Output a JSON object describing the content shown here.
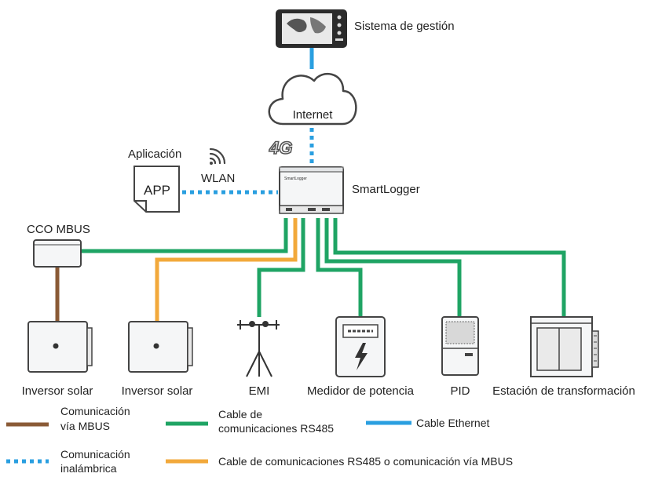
{
  "labels": {
    "management": "Sistema de gestión",
    "internet": "Internet",
    "network_4g": "4G",
    "app_title": "Aplicación",
    "app_icon_text": "APP",
    "wlan": "WLAN",
    "smartlogger": "SmartLogger",
    "cco_mbus": "CCO MBUS",
    "inverter1": "Inversor solar",
    "inverter2": "Inversor solar",
    "emi": "EMI",
    "power_meter": "Medidor de potencia",
    "pid": "PID",
    "substation": "Estación de transformación"
  },
  "legend": {
    "mbus_line1": "Comunicación",
    "mbus_line2": "vía MBUS",
    "rs485_line1": "Cable de",
    "rs485_line2": "comunicaciones RS485",
    "ethernet": "Cable Ethernet",
    "wireless_line1": "Comunicación",
    "wireless_line2": "inalámbrica",
    "rs485_or_mbus": "Cable de comunicaciones RS485 o comunicación vía MBUS"
  },
  "colors": {
    "mbus": "#8a5a36",
    "rs485": "#1fa464",
    "ethernet": "#2a9fe0",
    "wireless": "#2a9fe0",
    "rs485_or_mbus": "#f2a93b",
    "device_stroke": "#444444",
    "device_fill": "#f5f6f7"
  }
}
